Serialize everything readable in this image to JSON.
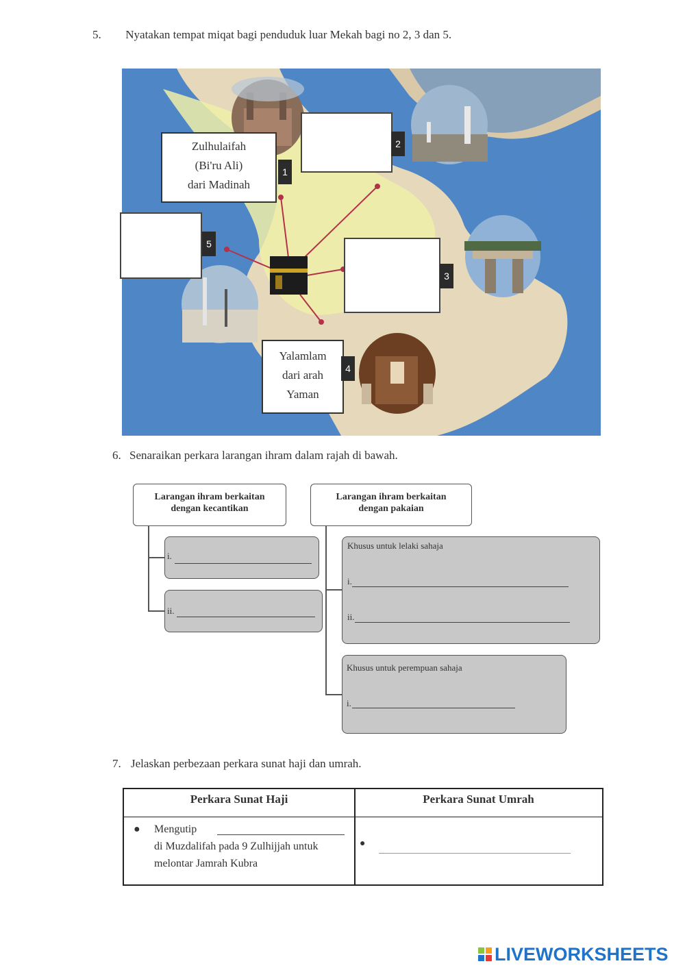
{
  "q5": {
    "number": "5.",
    "text": "Nyatakan tempat miqat bagi penduduk luar Mekah bagi no 2, 3 dan 5.",
    "labels": [
      {
        "num": "1",
        "lines": [
          "Zulhulaifah",
          "(Bi'ru Ali)",
          "dari Madinah"
        ]
      },
      {
        "num": "2",
        "lines": []
      },
      {
        "num": "3",
        "lines": []
      },
      {
        "num": "4",
        "lines": [
          "Yalamlam",
          "dari arah",
          "Yaman"
        ]
      },
      {
        "num": "5",
        "lines": []
      }
    ]
  },
  "q6": {
    "number": "6.",
    "text": "Senaraikan perkara larangan ihram dalam rajah di bawah.",
    "left_header": [
      "Larangan ihram berkaitan",
      "dengan kecantikan"
    ],
    "right_header": [
      "Larangan ihram berkaitan",
      "dengan pakaian"
    ],
    "left_items": [
      "i.",
      "ii."
    ],
    "men_title": "Khusus untuk lelaki sahaja",
    "men_items": [
      "i.",
      "ii."
    ],
    "women_title": "Khusus untuk perempuan sahaja",
    "women_items": [
      "i."
    ]
  },
  "q7": {
    "number": "7.",
    "text": "Jelaskan perbezaan perkara sunat haji dan umrah.",
    "col_haji": "Perkara Sunat Haji",
    "col_umrah": "Perkara Sunat Umrah",
    "haji_bullet_line1": "Mengutip",
    "haji_bullet_line2": "di Muzdalifah pada 9 Zulhijjah untuk",
    "haji_bullet_line3": "melontar Jamrah Kubra"
  },
  "brand": "LIVEWORKSHEETS"
}
